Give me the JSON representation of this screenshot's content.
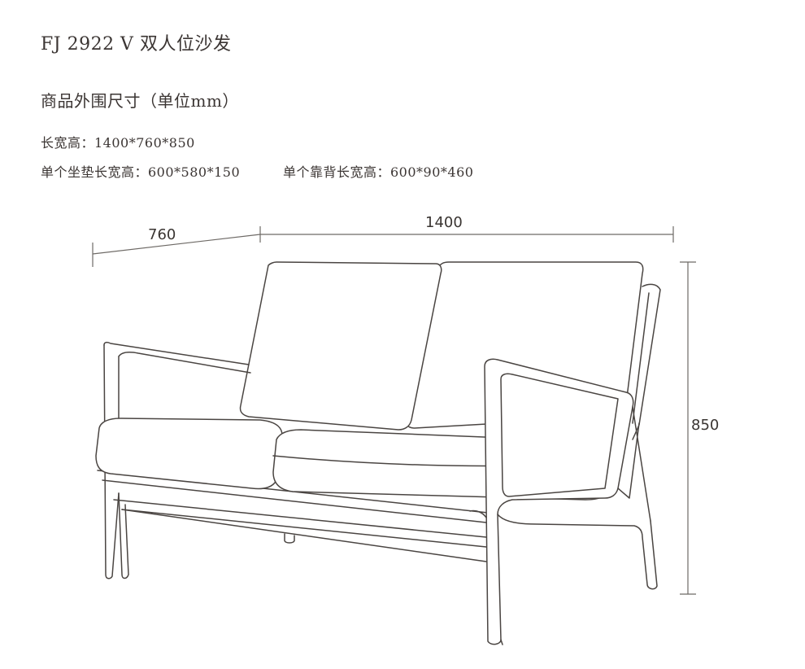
{
  "product": {
    "title": "FJ 2922 V 双人位沙发"
  },
  "dimensions_section": {
    "heading": "商品外围尺寸（单位mm）",
    "overall": "长宽高：1400*760*850",
    "cushion": "单个坐垫长宽高：600*580*150",
    "backrest": "单个靠背长宽高：600*90*460"
  },
  "diagram": {
    "width_label": "1400",
    "depth_label": "760",
    "height_label": "850",
    "line_color": "#4a4542"
  }
}
